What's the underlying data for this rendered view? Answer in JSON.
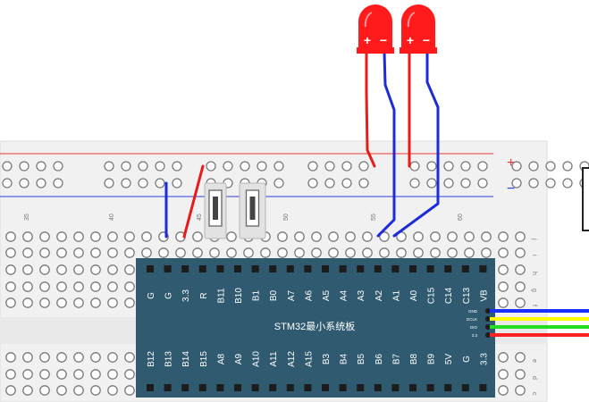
{
  "board": {
    "label": "STM32最小系统板",
    "top_pins": [
      "G",
      "G",
      "3.3",
      "R",
      "B11",
      "B10",
      "B1",
      "B0",
      "A7",
      "A6",
      "A5",
      "A4",
      "A3",
      "A2",
      "A1",
      "A0",
      "C15",
      "C14",
      "C13",
      "VB"
    ],
    "bottom_pins": [
      "B12",
      "B13",
      "B14",
      "B15",
      "A8",
      "A9",
      "A10",
      "A11",
      "A12",
      "A15",
      "B3",
      "B4",
      "B5",
      "B6",
      "B7",
      "B8",
      "B9",
      "5V",
      "G",
      "3.3"
    ],
    "side_pins": [
      "GND",
      "DCLK",
      "DIO",
      "3.3"
    ]
  },
  "breadboard": {
    "rail_plus": "+",
    "rail_minus": "−",
    "column_numbers": [
      "35",
      "40",
      "45",
      "50",
      "55",
      "60"
    ],
    "row_letters": [
      "j",
      "i",
      "h",
      "g",
      "f",
      "e",
      "d",
      "c"
    ]
  },
  "leds": [
    {
      "plus": "+",
      "minus": "−"
    },
    {
      "plus": "+",
      "minus": "−"
    }
  ],
  "colors": {
    "board": "#2f5a70",
    "led": "#ff1b1b",
    "rail_red": "#e53935",
    "rail_blue": "#2a3fd6",
    "wire_red": "#e81b1b",
    "wire_blue": "#1d2bd9",
    "side_wires": [
      "#1a2fff",
      "#ffff00",
      "#22dd22",
      "#ff2020"
    ]
  }
}
